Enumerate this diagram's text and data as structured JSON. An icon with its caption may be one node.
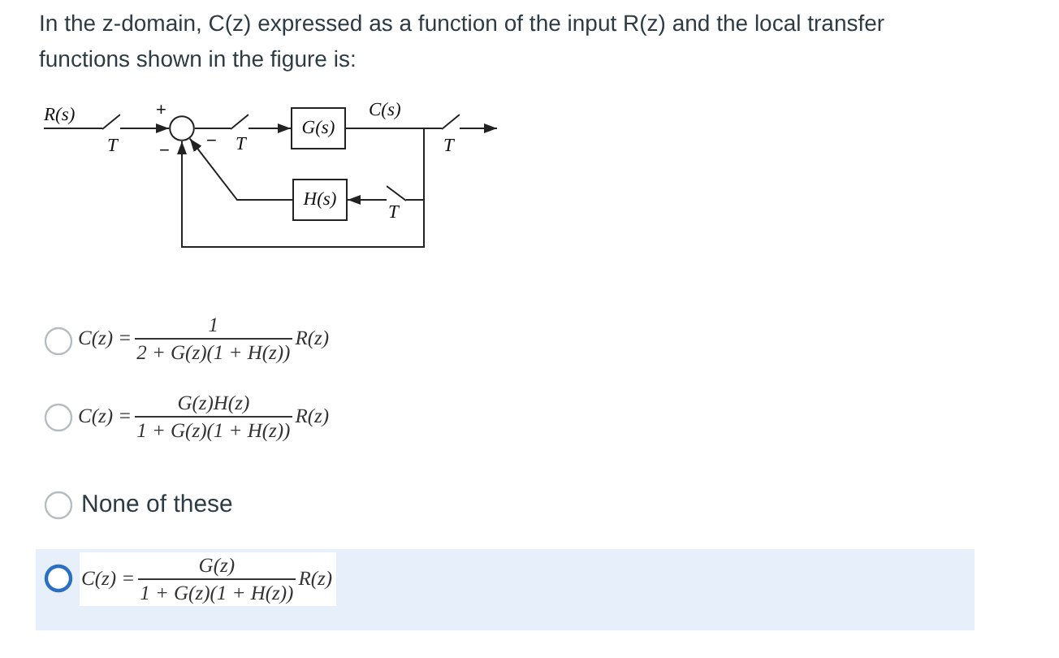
{
  "diagram": {
    "title": "In the z-domain, C(z) expressed as a function of the input R(z) and the local transfer functions shown in the figure is:",
    "nodes": [
      {
        "text": [
          "R(s)"
        ]
      },
      {
        "text": [],
        "shape": "switch",
        "beside": [
          "T"
        ]
      },
      {
        "text": [],
        "shape": "circle"
      },
      {
        "text": [],
        "shape": "switch",
        "beside": [
          "T"
        ]
      },
      {
        "text": [
          "G(s)"
        ]
      },
      {
        "text": [],
        "shape": "switch",
        "beside": [
          "T"
        ]
      },
      {
        "text": [
          "H(s)"
        ]
      },
      {
        "text": [],
        "shape": "switch",
        "beside": [
          "T"
        ]
      }
    ],
    "edges": [
      {
        "from": 0,
        "to": 1,
        "arrow": "none"
      },
      {
        "from": 1,
        "to": 2,
        "arrow": "to"
      },
      {
        "from": 2,
        "to": 3,
        "arrow": "none"
      },
      {
        "from": 3,
        "to": 4,
        "arrow": "to"
      },
      {
        "from": 4,
        "to": 5,
        "arrow": "none"
      },
      {
        "from": 5,
        "to": null,
        "arrow": "to"
      },
      {
        "from": 4,
        "to": 7,
        "arrow": "none"
      },
      {
        "from": 7,
        "to": 6,
        "arrow": "to"
      },
      {
        "from": 6,
        "to": 2,
        "arrow": "to"
      },
      {
        "from": 4,
        "to": 2,
        "arrow": "to"
      }
    ],
    "labels": [
      "+",
      "C(s)",
      "−",
      "−",
      "C(z) =",
      "1",
      "2 + G(z)(1 + H(z))",
      "R(z)",
      "C(z) =",
      "G(z)H(z)",
      "1 + G(z)(1 + H(z))",
      "R(z)",
      "None of these",
      "C(z) =",
      "G(z)",
      "1 + G(z)(1 + H(z))",
      "R(z)"
    ]
  }
}
